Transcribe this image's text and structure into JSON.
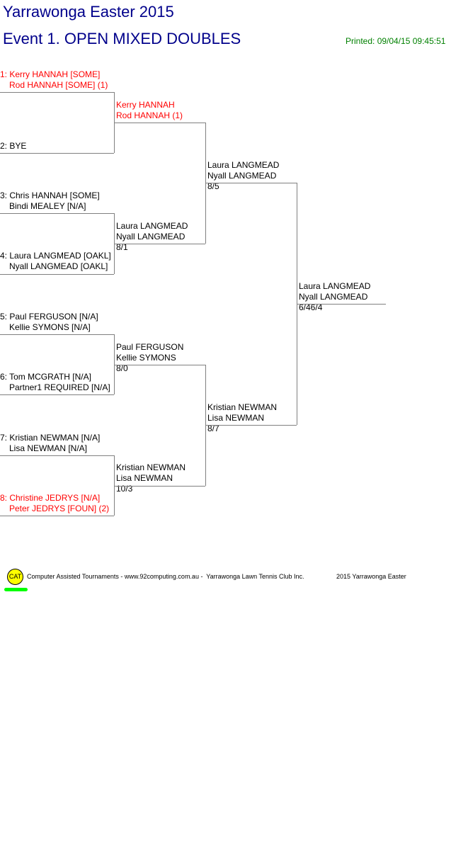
{
  "header": {
    "title": "Yarrawonga Easter 2015",
    "event": "Event 1. OPEN MIXED DOUBLES",
    "printed": "Printed: 09/04/15 09:45:51"
  },
  "round1": [
    {
      "l1": "1: Kerry HANNAH [SOME]",
      "l2": "Rod HANNAH [SOME] (1)",
      "seeded": true
    },
    {
      "l1": "2: BYE",
      "l2": ""
    },
    {
      "l1": "3: Chris HANNAH [SOME]",
      "l2": "Bindi MEALEY [N/A]"
    },
    {
      "l1": "4: Laura LANGMEAD [OAKL]",
      "l2": "Nyall LANGMEAD [OAKL]"
    },
    {
      "l1": "5: Paul FERGUSON [N/A]",
      "l2": "Kellie SYMONS [N/A]"
    },
    {
      "l1": "6: Tom MCGRATH [N/A]",
      "l2": "Partner1 REQUIRED [N/A]"
    },
    {
      "l1": "7: Kristian NEWMAN [N/A]",
      "l2": "Lisa NEWMAN [N/A]"
    },
    {
      "l1": "8: Christine JEDRYS [N/A]",
      "l2": "Peter JEDRYS [FOUN] (2)",
      "seeded": true
    }
  ],
  "round2": [
    {
      "l1": "Kerry HANNAH",
      "l2": "Rod HANNAH (1)",
      "score": ""
    },
    {
      "l1": "Laura LANGMEAD",
      "l2": "Nyall LANGMEAD",
      "score": "8/1"
    },
    {
      "l1": "Paul FERGUSON",
      "l2": "Kellie SYMONS",
      "score": "8/0"
    },
    {
      "l1": "Kristian NEWMAN",
      "l2": "Lisa NEWMAN",
      "score": "10/3"
    }
  ],
  "round3": [
    {
      "l1": "Laura LANGMEAD",
      "l2": "Nyall LANGMEAD",
      "score": "8/5"
    },
    {
      "l1": "Kristian NEWMAN",
      "l2": "Lisa NEWMAN",
      "score": "8/7"
    }
  ],
  "final": {
    "l1": "Laura LANGMEAD",
    "l2": "Nyall LANGMEAD",
    "score": "6/46/4"
  },
  "footer": {
    "logo": "CAT",
    "text": "Computer Assisted Tournaments - www.92computing.com.au -  Yarrawonga Lawn Tennis Club Inc.",
    "event": "2015 Yarrawonga Easter"
  }
}
